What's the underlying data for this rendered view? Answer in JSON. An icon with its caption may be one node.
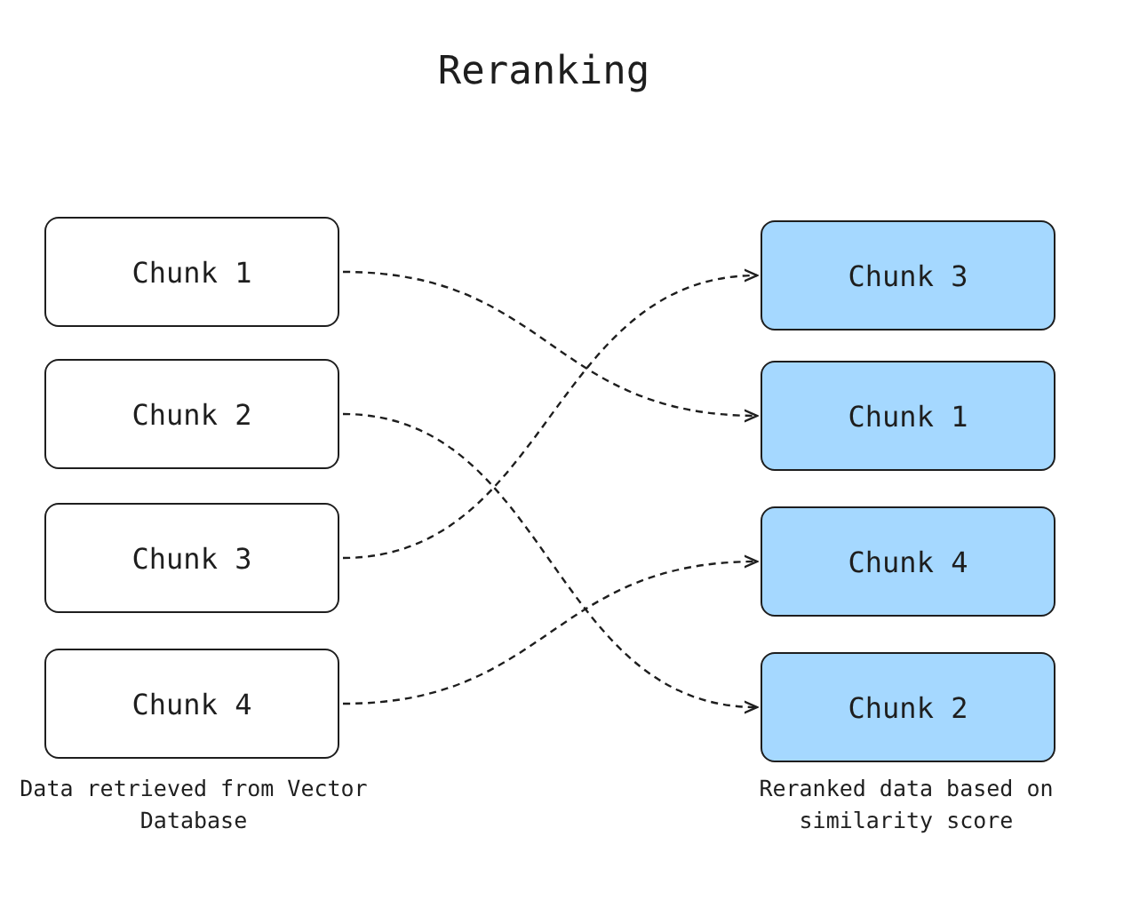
{
  "diagram": {
    "title": "Reranking",
    "nodes": [
      {
        "text": [
          "Chunk 1"
        ]
      },
      {
        "text": [
          "Chunk 2"
        ]
      },
      {
        "text": [
          "Chunk 3"
        ]
      },
      {
        "text": [
          "Chunk 4"
        ]
      },
      {
        "text": [
          "Chunk 3"
        ]
      },
      {
        "text": [
          "Chunk 1"
        ]
      },
      {
        "text": [
          "Chunk 4"
        ]
      },
      {
        "text": [
          "Chunk 2"
        ]
      }
    ],
    "edges": [
      {
        "from": 0,
        "to": 5,
        "arrow": "to",
        "style": "dashed"
      },
      {
        "from": 1,
        "to": 7,
        "arrow": "to",
        "style": "dashed"
      },
      {
        "from": 2,
        "to": 4,
        "arrow": "to",
        "style": "dashed"
      },
      {
        "from": 3,
        "to": 6,
        "arrow": "to",
        "style": "dashed"
      }
    ],
    "labels": [
      "Data retrieved from Vector Database",
      "Reranked data based on similarity score"
    ]
  }
}
